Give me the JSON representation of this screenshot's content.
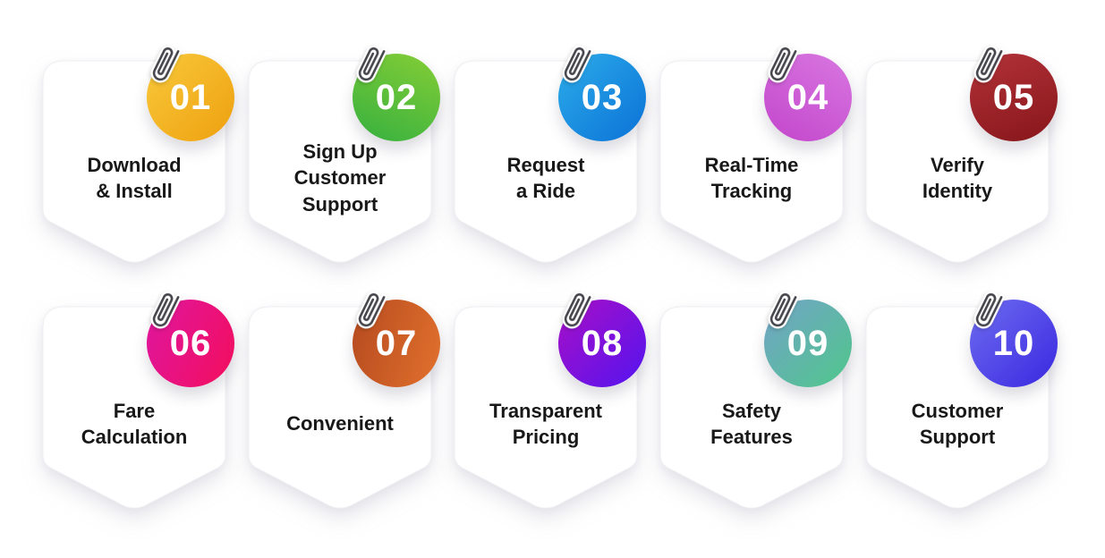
{
  "theme": {
    "background": "#ffffff",
    "card_fill": "#ffffff",
    "label_color": "#181818",
    "number_color": "#ffffff"
  },
  "icons": {
    "card_pin": "paperclip"
  },
  "cards": [
    {
      "number": "01",
      "label": "Download\n& Install",
      "circle_colors": {
        "from": "#F8C93B",
        "to": "#EEA00F",
        "angle": "135deg"
      }
    },
    {
      "number": "02",
      "label": "Sign Up\nCustomer\nSupport",
      "circle_colors": {
        "from": "#85CE36",
        "to": "#36B03F",
        "angle": "205deg"
      }
    },
    {
      "number": "03",
      "label": "Request\na Ride",
      "circle_colors": {
        "from": "#2CACE9",
        "to": "#0B72D7",
        "angle": "135deg"
      }
    },
    {
      "number": "04",
      "label": "Real-Time\nTracking",
      "circle_colors": {
        "from": "#D977E1",
        "to": "#C246CB",
        "angle": "210deg"
      }
    },
    {
      "number": "05",
      "label": "Verify\nIdentity",
      "circle_colors": {
        "from": "#B23239",
        "to": "#87161A",
        "angle": "160deg"
      }
    },
    {
      "number": "06",
      "label": "Fare\nCalculation",
      "circle_colors": {
        "from": "#DE16A0",
        "to": "#F40E5C",
        "angle": "115deg"
      }
    },
    {
      "number": "07",
      "label": "Convenient",
      "circle_colors": {
        "from": "#B54A1F",
        "to": "#E2712D",
        "angle": "105deg"
      }
    },
    {
      "number": "08",
      "label": "Transparent\nPricing",
      "circle_colors": {
        "from": "#A90FC6",
        "to": "#5414F0",
        "angle": "135deg"
      }
    },
    {
      "number": "09",
      "label": "Safety\nFeatures",
      "circle_colors": {
        "from": "#73A3C8",
        "to": "#4FC78B",
        "angle": "135deg"
      }
    },
    {
      "number": "10",
      "label": "Customer\nSupport",
      "circle_colors": {
        "from": "#6E6CF0",
        "to": "#3A28E0",
        "angle": "135deg"
      }
    }
  ]
}
